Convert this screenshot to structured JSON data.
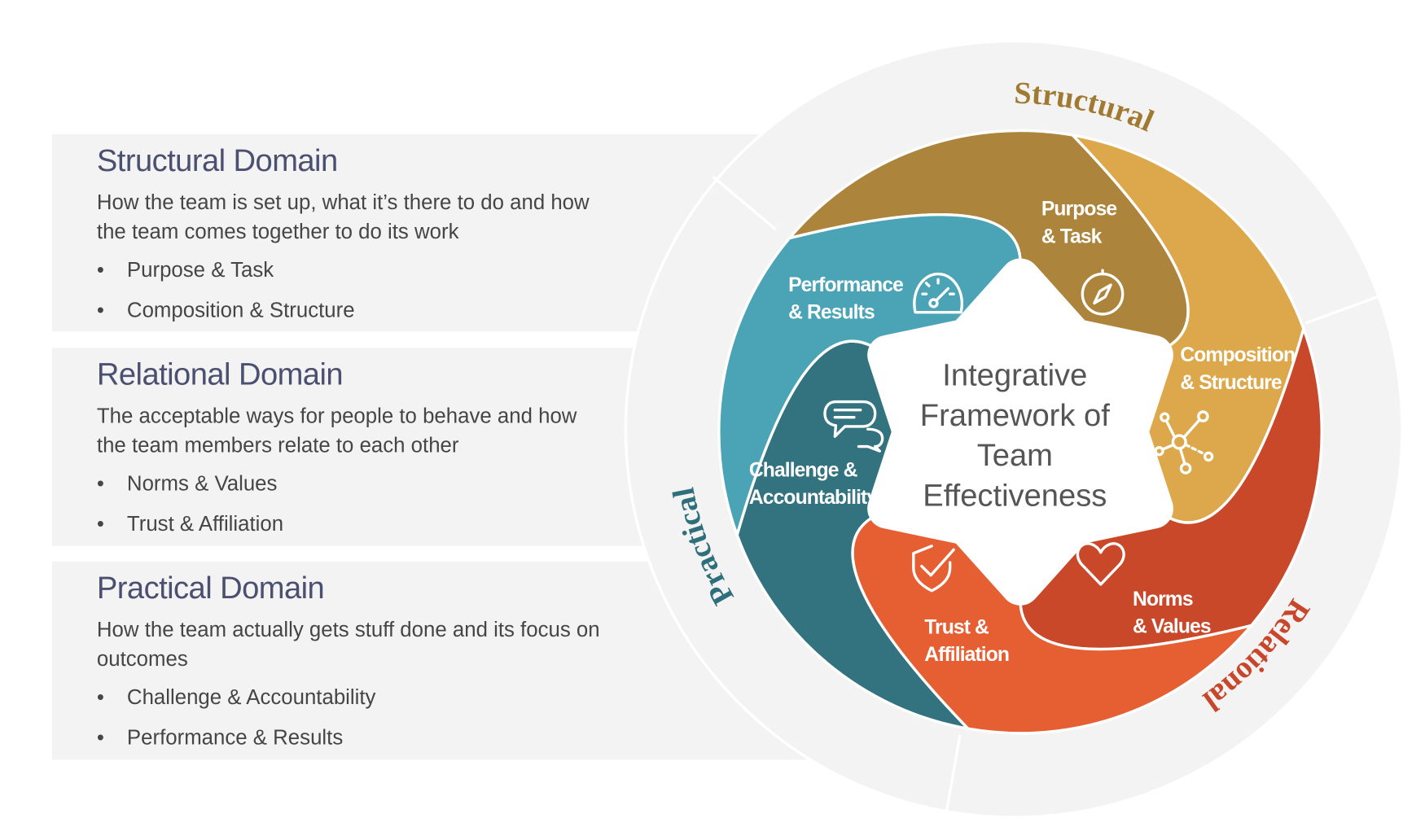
{
  "panels": [
    {
      "title": "Structural Domain",
      "description": "How the team is set up, what it’s there to do and how the team comes together to do its work",
      "items": [
        "Purpose & Task",
        "Composition & Structure"
      ]
    },
    {
      "title": "Relational Domain",
      "description": "The acceptable ways for people to behave and how the team members relate to each other",
      "items": [
        "Norms & Values",
        "Trust & Affiliation"
      ]
    },
    {
      "title": "Practical Domain",
      "description": "How the team actually gets stuff done and its focus on outcomes",
      "items": [
        "Challenge & Accountability",
        "Performance & Results"
      ]
    }
  ],
  "bullet": "•",
  "wheel": {
    "center_lines": [
      "Integrative",
      "Framework of",
      "Team",
      "Effectiveness"
    ],
    "segments": [
      {
        "lines": [
          "Purpose",
          "& Task"
        ],
        "color": "#AC843B",
        "icon": "compass-icon"
      },
      {
        "lines": [
          "Composition",
          "& Structure"
        ],
        "color": "#DCA84B",
        "icon": "network-icon"
      },
      {
        "lines": [
          "Norms",
          "& Values"
        ],
        "color": "#C9482A",
        "icon": "heart-icon"
      },
      {
        "lines": [
          "Trust &",
          "Affiliation"
        ],
        "color": "#E55F33",
        "icon": "shield-check-icon"
      },
      {
        "lines": [
          "Challenge &",
          "Accountability"
        ],
        "color": "#32737F",
        "icon": "chat-bubbles-icon"
      },
      {
        "lines": [
          "Performance",
          "& Results"
        ],
        "color": "#4AA4B5",
        "icon": "gauge-icon"
      }
    ],
    "domains": [
      {
        "label": "Structural",
        "color": "#A07A30"
      },
      {
        "label": "Relational",
        "color": "#C8472A"
      },
      {
        "label": "Practical",
        "color": "#2F6F7C"
      }
    ]
  }
}
